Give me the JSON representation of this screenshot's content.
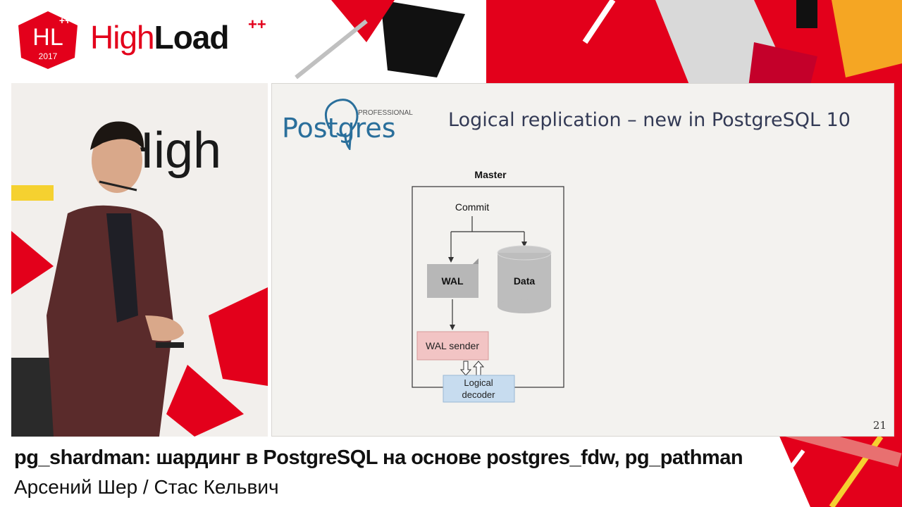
{
  "branding": {
    "badge_text": "HL",
    "badge_plus": "++",
    "badge_year": "2017",
    "name_light": "High",
    "name_bold": "Load",
    "name_plus": "++"
  },
  "backdrop": {
    "banner_text": "High"
  },
  "slide": {
    "logo_small": "PROFESSIONAL",
    "logo_main": "Postgres",
    "title": "Logical replication – new in PostgreSQL 10",
    "page_number": "21",
    "diagram": {
      "master_label": "Master",
      "commit_label": "Commit",
      "wal_label": "WAL",
      "data_label": "Data",
      "wal_sender_label": "WAL sender",
      "decoder_line1": "Logical",
      "decoder_line2": "decoder"
    }
  },
  "caption": {
    "title": "pg_shardman: шардинг в PostgreSQL на основе postgres_fdw, pg_pathman",
    "speakers": "Арсений Шер / Стас Кельвич"
  },
  "colors": {
    "accent_red": "#e3001b",
    "slide_title": "#333a55",
    "wal_sender_fill": "#f2c4c4",
    "decoder_fill": "#c7dcef",
    "postgres_blue": "#2a6f9b"
  }
}
